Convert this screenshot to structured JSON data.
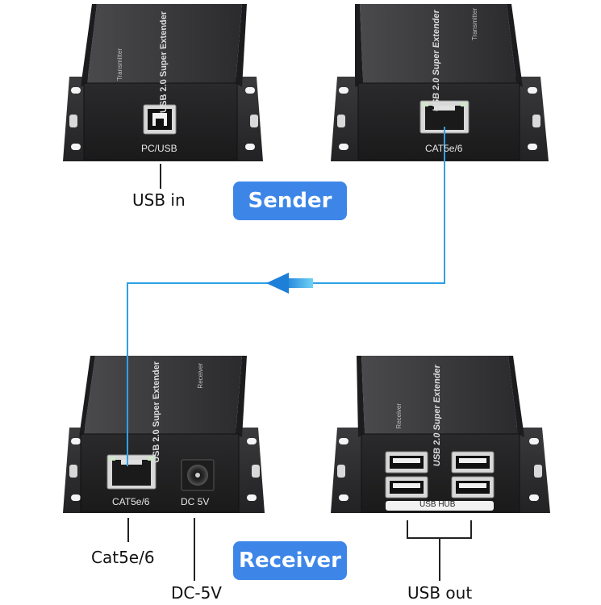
{
  "accent_color": "#3d86e8",
  "cable_color": "#2ea0e6",
  "sender": {
    "badge": "Sender",
    "left_unit": {
      "top_text": "USB 2.0 Super Extender",
      "side_text": "Transmitter",
      "port_label": "PC/USB",
      "callout": "USB in"
    },
    "right_unit": {
      "top_text": "USB 2.0 Super Extender",
      "side_text": "Transmitter",
      "port_label": "CAT5e/6"
    }
  },
  "receiver": {
    "badge": "Receiver",
    "left_unit": {
      "top_text": "USB 2.0 Super Extender",
      "side_text": "Receiver",
      "port_label_1": "CAT5e/6",
      "port_label_2": "DC 5V",
      "callout_1": "Cat5e/6",
      "callout_2": "DC-5V"
    },
    "right_unit": {
      "top_text": "USB 2.0 Super Extender",
      "side_text": "Receiver",
      "hub_label": "USB HUB",
      "callout": "USB out"
    }
  }
}
